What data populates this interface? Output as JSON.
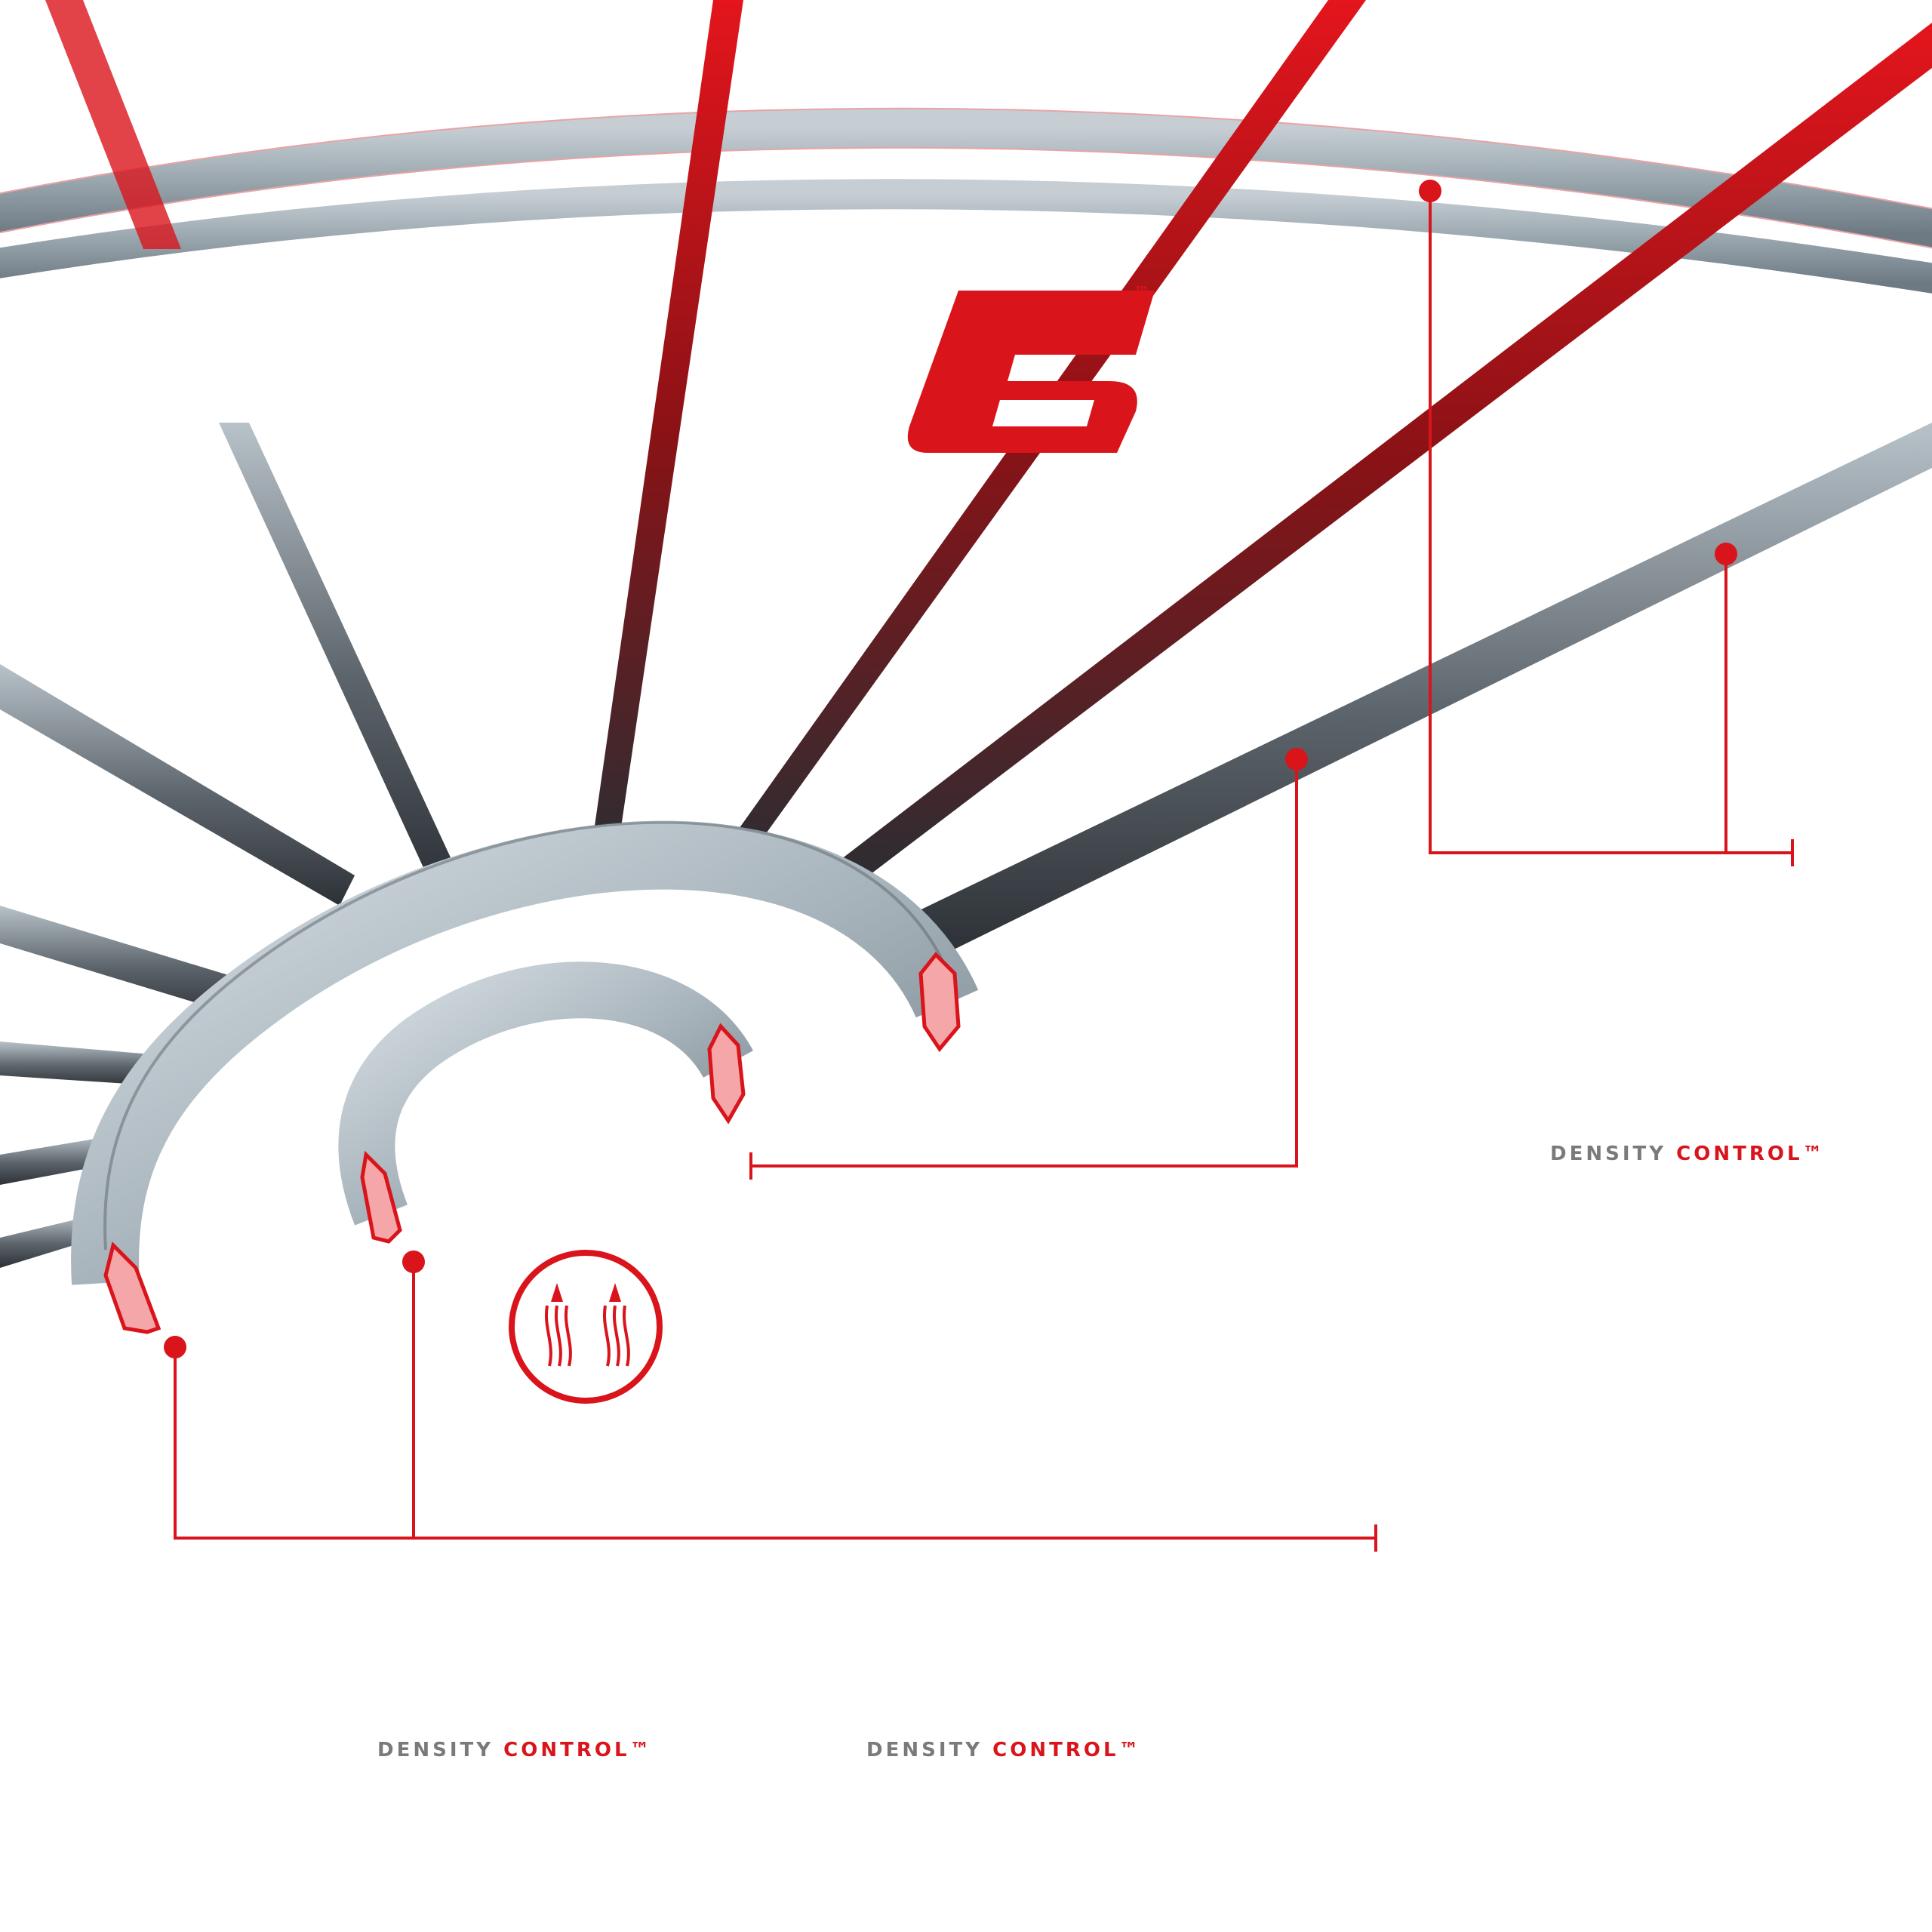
{
  "labels": [
    {
      "id": "label-right",
      "word_a": "DENSITY",
      "word_b": "CONTROL™"
    },
    {
      "id": "label-bottom-left",
      "word_a": "DENSITY",
      "word_b": "CONTROL™"
    },
    {
      "id": "label-bottom-mid",
      "word_a": "DENSITY",
      "word_b": "CONTROL™"
    }
  ],
  "badge": {
    "numeral": "6",
    "trademark": "™"
  },
  "colors": {
    "accent": "#d9141b",
    "steel": "#9aa6ae",
    "steel_dark": "#3b4046",
    "text_gray": "#7a7a7a",
    "background": "#ffffff"
  },
  "icons": [
    "callout-marker-icon",
    "fibre-direction-icon"
  ]
}
